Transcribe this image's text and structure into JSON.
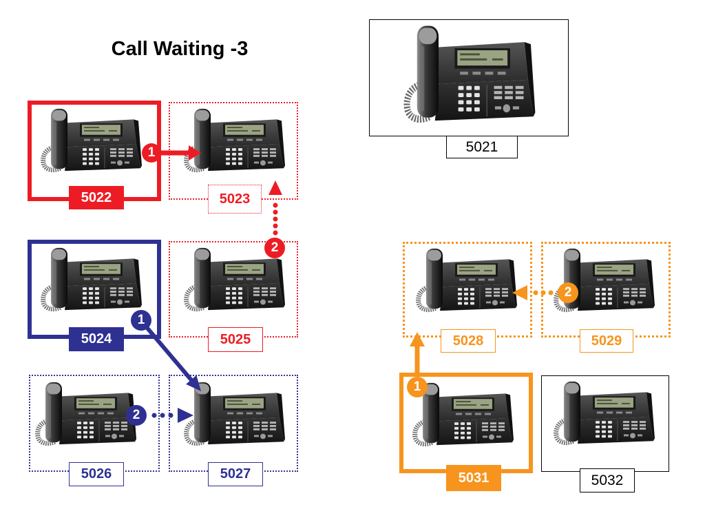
{
  "title": "Call Waiting -3",
  "colors": {
    "red": "#ed1c24",
    "blue": "#2e3192",
    "orange": "#f7941d",
    "black": "#000000"
  },
  "phone_icon": "desk-phone-icon",
  "stations": [
    {
      "ext": "5021"
    },
    {
      "ext": "5022"
    },
    {
      "ext": "5023"
    },
    {
      "ext": "5024"
    },
    {
      "ext": "5025"
    },
    {
      "ext": "5026"
    },
    {
      "ext": "5027"
    },
    {
      "ext": "5028"
    },
    {
      "ext": "5029"
    },
    {
      "ext": "5031"
    },
    {
      "ext": "5032"
    }
  ],
  "steps": [
    {
      "label": "1"
    },
    {
      "label": "2"
    },
    {
      "label": "1"
    },
    {
      "label": "2"
    },
    {
      "label": "1"
    },
    {
      "label": "2"
    }
  ]
}
